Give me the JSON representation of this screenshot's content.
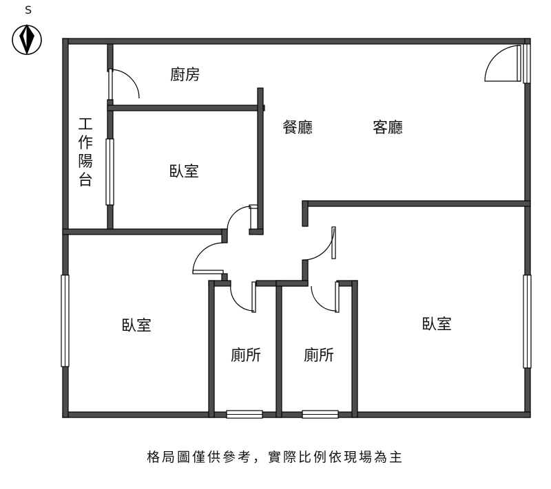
{
  "compass": {
    "letter": "S",
    "icon": "compass-arrow-icon"
  },
  "rooms": {
    "kitchen": "廚房",
    "dining": "餐廳",
    "living": "客廳",
    "utility_balcony": "工作陽台",
    "bedroom_top": "臥室",
    "bedroom_left": "臥室",
    "bedroom_right": "臥室",
    "bathroom_left": "廁所",
    "bathroom_right": "廁所"
  },
  "caption": "格局圖僅供參考，實際比例依現場為主",
  "colors": {
    "wall_fill": "#4d4d4d",
    "wall_outline": "#000000",
    "background": "#ffffff"
  }
}
